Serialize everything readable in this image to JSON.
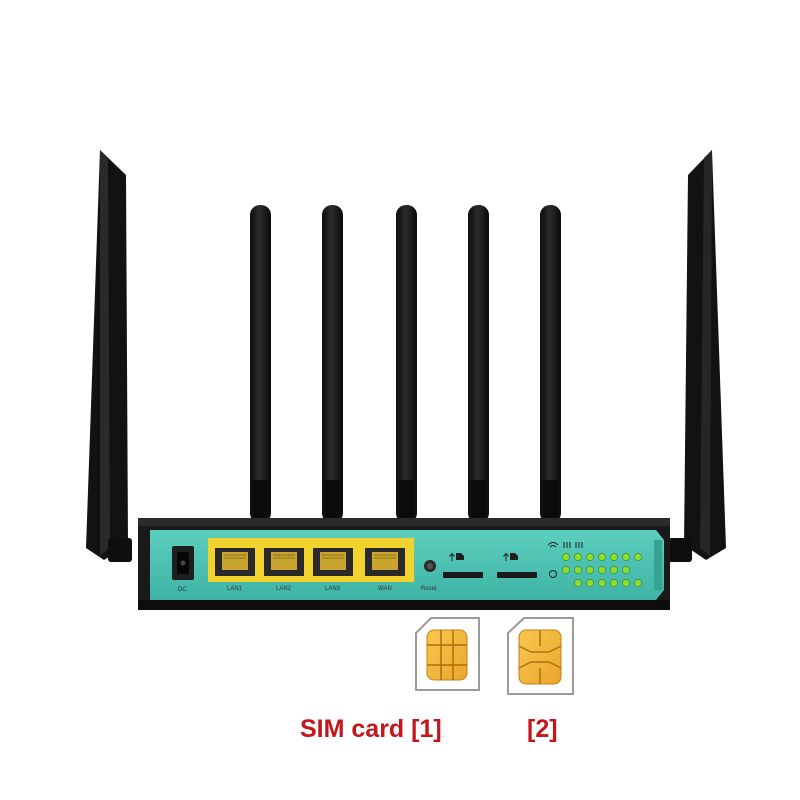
{
  "product": {
    "port_labels": {
      "dc": "DC",
      "lan1": "LAN1",
      "lan2": "LAN2",
      "lan3": "LAN3",
      "wan": "WAN",
      "reset": "Reset"
    }
  },
  "captions": {
    "sim1": "SIM card [1]",
    "sim2": "[2]"
  },
  "colors": {
    "body": "#1a1a1a",
    "panel": "#4fc5b5",
    "port_yellow": "#f2d32e",
    "led_green": "#8fdc2c",
    "sim_gold": "#f3b73a",
    "caption_red": "#c4161c"
  }
}
